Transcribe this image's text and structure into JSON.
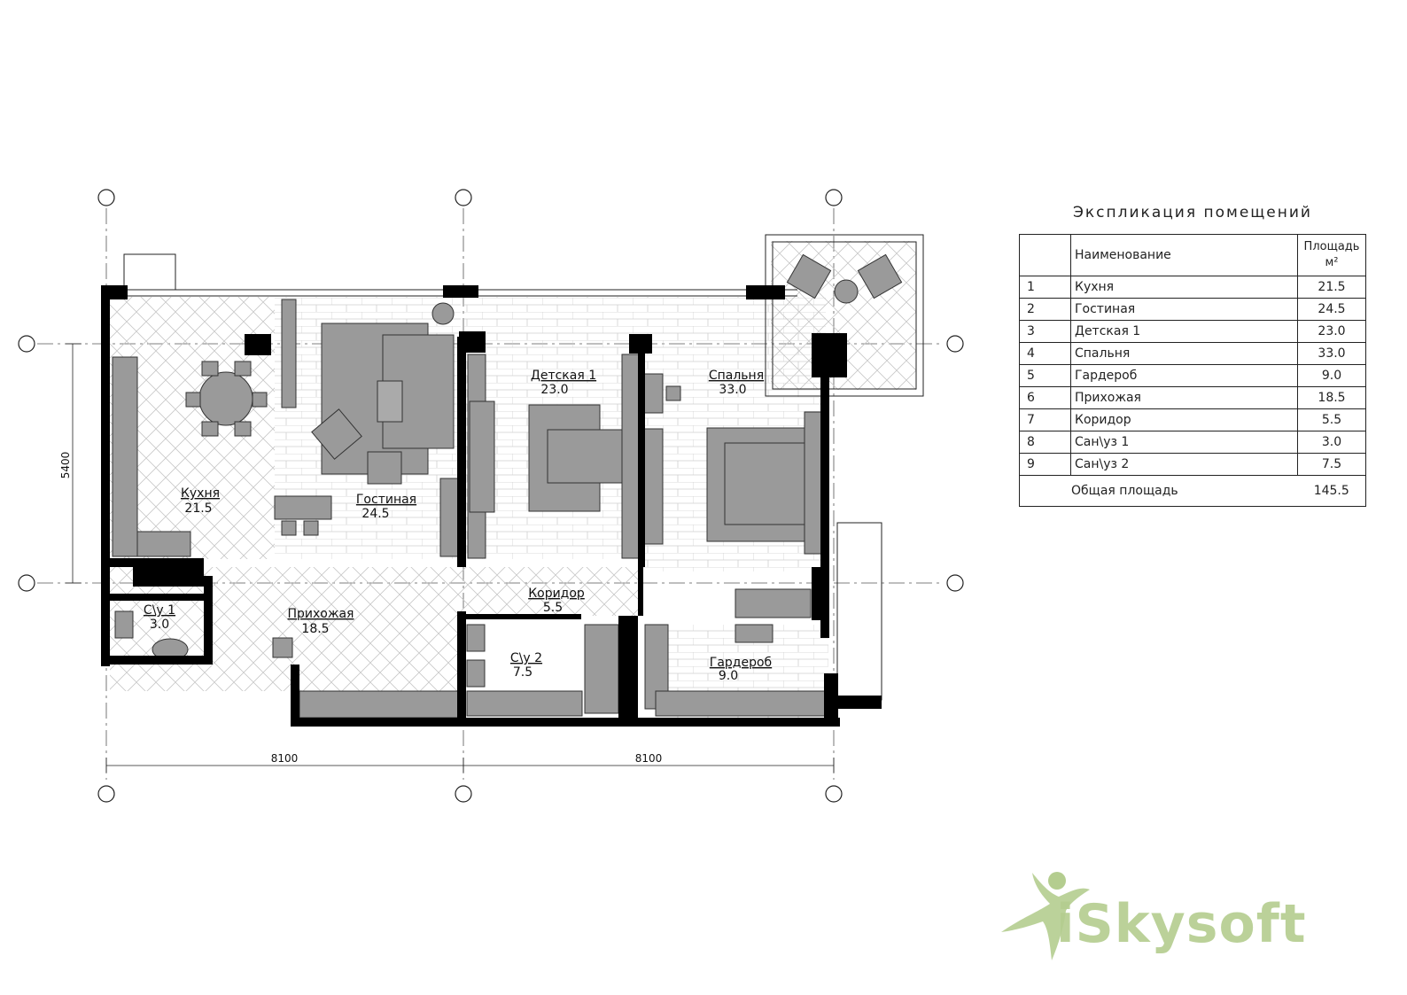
{
  "rooms": [
    {
      "name": "Кухня",
      "area": "21.5"
    },
    {
      "name": "Гостиная",
      "area": "24.5"
    },
    {
      "name": "Детская 1",
      "area": "23.0"
    },
    {
      "name": "Спальня",
      "area": "33.0"
    },
    {
      "name": "Коридор",
      "area": "5.5"
    },
    {
      "name": "Прихожая",
      "area": "18.5"
    },
    {
      "name": "С\\у 1",
      "area": "3.0"
    },
    {
      "name": "С\\у 2",
      "area": "7.5"
    },
    {
      "name": "Гардероб",
      "area": "9.0"
    }
  ],
  "dimensions": {
    "left_height": "5400",
    "bottom_left": "8100",
    "bottom_right": "8100"
  },
  "explication": {
    "title": "Экспликация помещений",
    "header_name": "Наименование",
    "header_area": "Площадь",
    "header_unit": "м²",
    "rows": [
      {
        "num": "1",
        "name": "Кухня",
        "area": "21.5"
      },
      {
        "num": "2",
        "name": "Гостиная",
        "area": "24.5"
      },
      {
        "num": "3",
        "name": "Детская 1",
        "area": "23.0"
      },
      {
        "num": "4",
        "name": "Спальня",
        "area": "33.0"
      },
      {
        "num": "5",
        "name": "Гардероб",
        "area": "9.0"
      },
      {
        "num": "6",
        "name": "Прихожая",
        "area": "18.5"
      },
      {
        "num": "7",
        "name": "Коридор",
        "area": "5.5"
      },
      {
        "num": "8",
        "name": "Сан\\уз 1",
        "area": "3.0"
      },
      {
        "num": "9",
        "name": "Сан\\уз 2",
        "area": "7.5"
      }
    ],
    "total_label": "Общая площадь",
    "total_value": "145.5"
  },
  "watermark": {
    "text": "iSkysoft",
    "color": "#b4cd8f"
  },
  "colors": {
    "wall": "#000000",
    "furniture": "#9a9a9a",
    "line": "#222222"
  }
}
